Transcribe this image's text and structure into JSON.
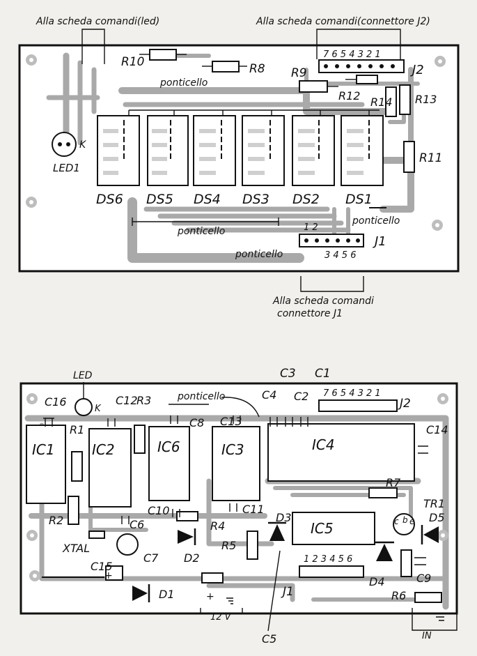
{
  "top": {
    "note_led": "Alla scheda comandi(led)",
    "note_j2": "Alla scheda comandi(connettore J2)",
    "note_j1_line1": "Alla scheda comandi",
    "note_j1_line2": "connettore J1",
    "ponticello": "ponticello",
    "k": "K",
    "led": "LED1",
    "j2": "J2",
    "j2_pins": "7 6 5 4 3 2 1",
    "j1": "J1",
    "j1_pins_a": "1  2",
    "j1_pins_b": "3 4 5 6",
    "r10": "R10",
    "r8": "R8",
    "r9": "R9",
    "r12": "R12",
    "r14": "R14",
    "r13": "R13",
    "r11": "R11",
    "ds": [
      "DS6",
      "DS5",
      "DS4",
      "DS3",
      "DS2",
      "DS1"
    ]
  },
  "bottom": {
    "led": "LED",
    "k": "K",
    "ponticello": "ponticello",
    "j2_pins": "7 6 5 4 3 2 1",
    "j1_pins": "1 2 3 4 5 6",
    "v12": "12 V",
    "in": "IN",
    "plus": "+",
    "labels": {
      "c16": "C16",
      "c12": "C12",
      "r3": "R3",
      "c8": "C8",
      "c13": "C13",
      "c4": "C4",
      "c3": "C3",
      "c2": "C2",
      "c1": "C1",
      "j2": "J2",
      "c14": "C14",
      "ic1": "IC1",
      "ic2": "IC2",
      "ic6": "IC6",
      "ic3": "IC3",
      "ic4": "IC4",
      "r1": "R1",
      "r2": "R2",
      "c6": "C6",
      "c10": "C10",
      "r4": "R4",
      "c11": "C11",
      "d3": "D3",
      "ic5": "IC5",
      "r7": "R7",
      "tr1": "TR1",
      "d5": "D5",
      "xtal": "XTAL",
      "c7": "C7",
      "d2": "D2",
      "r5": "R5",
      "d4": "D4",
      "r6": "R6",
      "c9": "C9",
      "c15": "C15",
      "d1": "D1",
      "j1": "J1",
      "c5": "C5",
      "c": "c",
      "b": "b",
      "e": "e"
    }
  }
}
